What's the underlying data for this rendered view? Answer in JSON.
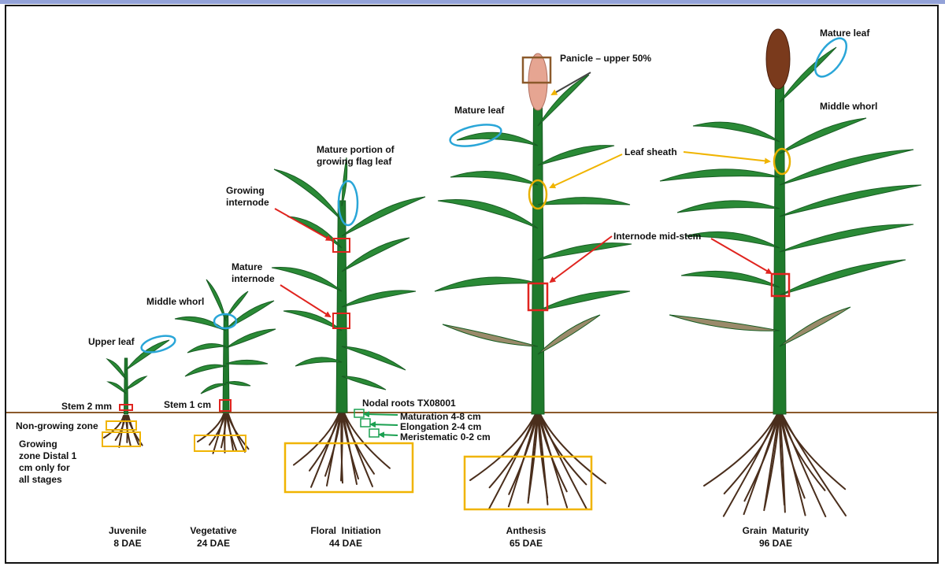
{
  "colors": {
    "stem": "#1f7a2c",
    "leaf": "#2a8a36",
    "leaf_dark": "#175c22",
    "dead_leaf": "#9a8a6a",
    "root": "#4a2e1c",
    "ground": "#8b5a2b",
    "box_red": "#e0241f",
    "box_yellow": "#f0b400",
    "ellipse_blue": "#2aa6d8",
    "ellipse_yellow": "#e8b000",
    "box_green": "#1aa050",
    "arrow_red": "#e0241f",
    "arrow_yellow": "#f0b400",
    "panicle_pink": "#e6a592",
    "panicle_brown": "#7a3a1c",
    "panicle_box": "#8b5a2b"
  },
  "labels": {
    "upper_leaf": "Upper leaf",
    "middle_whorl_veg": "Middle whorl",
    "stem_2mm": "Stem 2 mm",
    "stem_1cm": "Stem 1 cm",
    "non_growing_zone": "Non-growing zone",
    "growing_zone": "Growing zone Distal 1 cm only for all stages",
    "growing_internode": "Growing internode",
    "mature_internode": "Mature internode",
    "mature_portion_flag_leaf": "Mature portion of growing flag leaf",
    "nodal_roots": "Nodal roots TX08001",
    "maturation": "Maturation 4-8 cm",
    "elongation": "Elongation 2-4 cm",
    "meristematic": "Meristematic 0-2 cm",
    "panicle_upper": "Panicle – upper 50%",
    "mature_leaf_anthesis": "Mature leaf",
    "leaf_sheath": "Leaf sheath",
    "internode_mid_stem": "Internode mid-stem",
    "mature_leaf_grain": "Mature leaf",
    "middle_whorl_grain": "Middle whorl"
  },
  "stages": [
    {
      "name": "Juvenile",
      "dae": "8 DAE"
    },
    {
      "name": "Vegetative",
      "dae": "24 DAE"
    },
    {
      "name": "Floral  Initiation",
      "dae": "44 DAE"
    },
    {
      "name": "Anthesis",
      "dae": "65 DAE"
    },
    {
      "name": "Grain  Maturity",
      "dae": "96 DAE"
    }
  ]
}
